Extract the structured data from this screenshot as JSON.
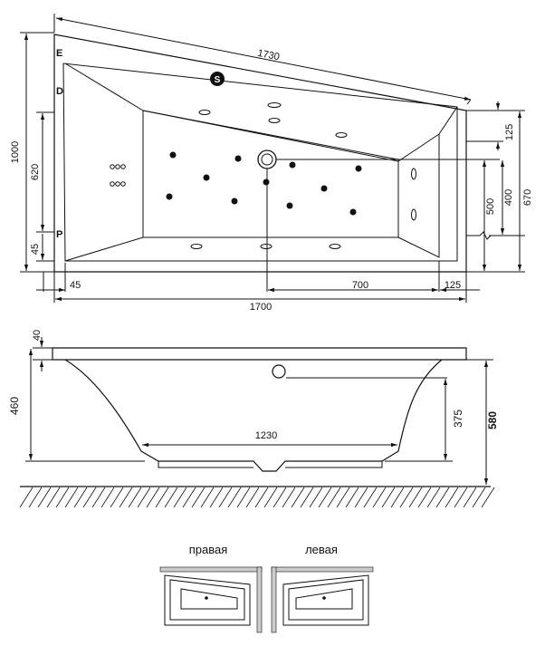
{
  "top_view": {
    "points": {
      "e": "E",
      "d": "D",
      "p": "P"
    },
    "dims": {
      "diag": "1730",
      "left_total": "1000",
      "left_inner": "620",
      "left_small": "45",
      "bottom_small": "45",
      "bottom_drain": "700",
      "bottom_right": "125",
      "bottom_total": "1700",
      "right_short": "125",
      "right_500": "500",
      "right_400": "400",
      "right_670": "670"
    }
  },
  "side_view": {
    "dims": {
      "rim": "40",
      "height_left": "460",
      "bottom_width": "1230",
      "drain_height": "375",
      "total_height": "580"
    }
  },
  "variants": {
    "right_label": "правая",
    "left_label": "левая"
  }
}
